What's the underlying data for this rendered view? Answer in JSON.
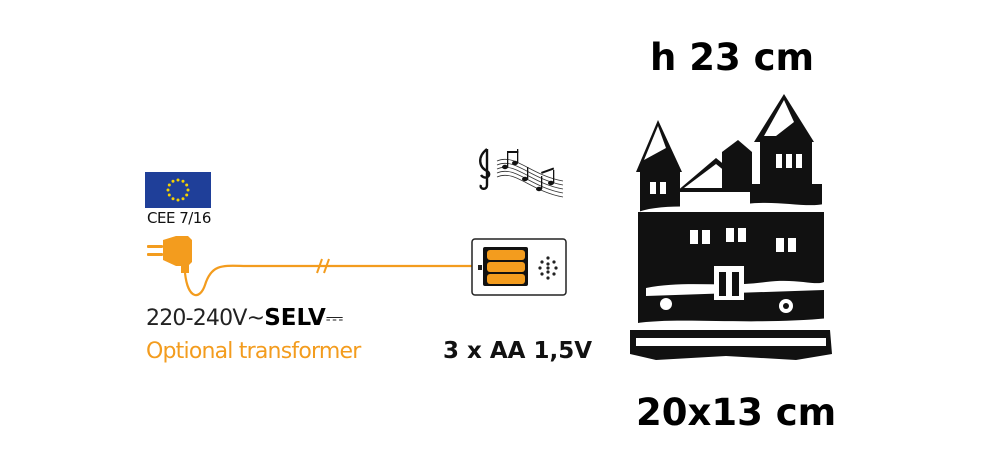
{
  "plug": {
    "standard_label": "CEE 7/16",
    "flag_icon": "eu-flag-icon",
    "flag_color": "#1f3f99",
    "star_color": "#f6d200"
  },
  "power": {
    "voltage": "220-240V~",
    "selv": "SELV",
    "dc_symbol": "⎓",
    "optional": "Optional transformer",
    "cord_color": "#f39c1e"
  },
  "battery": {
    "label": "3 x AA 1,5V",
    "icon": "battery-box-icon"
  },
  "music": {
    "icon": "music-notes-icon"
  },
  "product": {
    "height": "h 23 cm",
    "size": "20x13 cm",
    "icon": "christmas-house-icon"
  }
}
